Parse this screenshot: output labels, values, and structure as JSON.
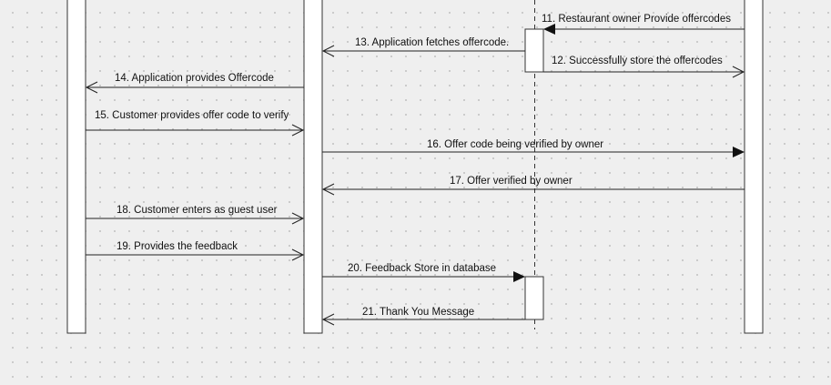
{
  "diagram": {
    "type": "sequence",
    "lifelines": [
      {
        "id": "customer"
      },
      {
        "id": "application"
      },
      {
        "id": "database"
      },
      {
        "id": "owner"
      }
    ],
    "activations": [
      {
        "lifeline": "database",
        "from_msg": 11,
        "to_msg": 12
      },
      {
        "lifeline": "database",
        "from_msg": 20,
        "to_msg": 21
      }
    ],
    "messages": [
      {
        "number": 11,
        "from": "owner",
        "to": "database",
        "style": "sync",
        "label": "11. Restaurant owner Provide offercodes"
      },
      {
        "number": 13,
        "from": "database",
        "to": "application",
        "style": "open",
        "label": "13. Application fetches offercode."
      },
      {
        "number": 12,
        "from": "database",
        "to": "owner",
        "style": "open",
        "label": "12. Successfully store the offercodes"
      },
      {
        "number": 14,
        "from": "application",
        "to": "customer",
        "style": "open",
        "label": "14. Application provides Offercode"
      },
      {
        "number": 15,
        "from": "customer",
        "to": "application",
        "style": "open",
        "label": "15. Customer provides offer code to verify"
      },
      {
        "number": 16,
        "from": "application",
        "to": "owner",
        "style": "sync",
        "label": "16. Offer code being verified by owner"
      },
      {
        "number": 17,
        "from": "owner",
        "to": "application",
        "style": "open",
        "label": "17. Offer verified by owner"
      },
      {
        "number": 18,
        "from": "customer",
        "to": "application",
        "style": "open",
        "label": "18. Customer enters as guest user"
      },
      {
        "number": 19,
        "from": "customer",
        "to": "application",
        "style": "open",
        "label": "19. Provides the feedback"
      },
      {
        "number": 20,
        "from": "application",
        "to": "database",
        "style": "sync",
        "label": "20. Feedback Store in database"
      },
      {
        "number": 21,
        "from": "database",
        "to": "application",
        "style": "open",
        "label": "21. Thank You Message"
      }
    ]
  }
}
